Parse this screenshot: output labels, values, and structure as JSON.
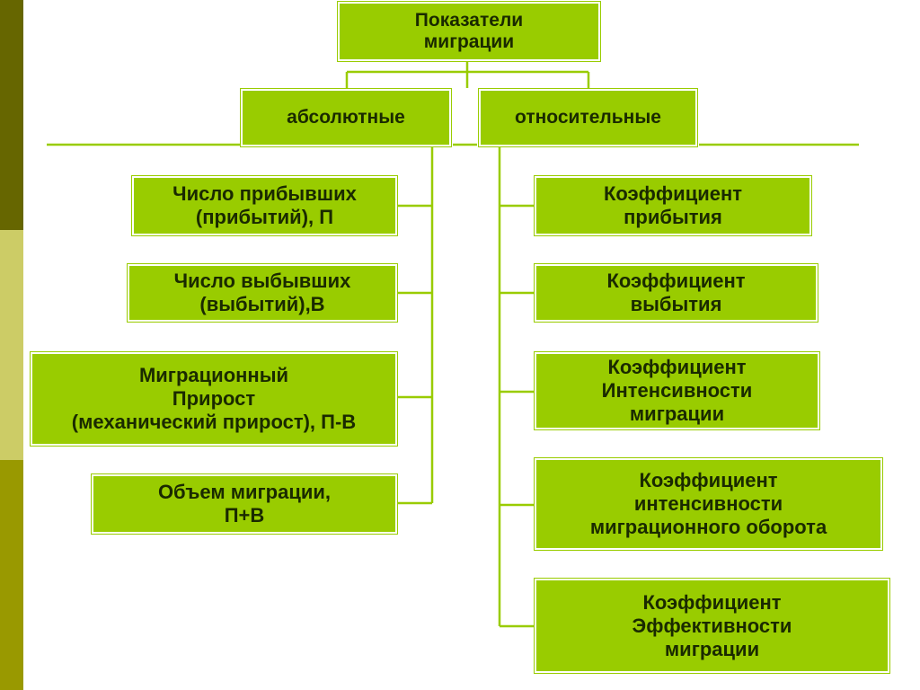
{
  "colors": {
    "box_fill": "#99cc00",
    "connector": "#99cc00",
    "text": "#1a2a00",
    "sidebar": [
      "#666600",
      "#cccc66",
      "#999900"
    ]
  },
  "root": {
    "label": "Показатели\nмиграции"
  },
  "categories": {
    "absolute": {
      "label": "абсолютные"
    },
    "relative": {
      "label": "относительные"
    }
  },
  "absolute_items": [
    {
      "label": "Число прибывших\n(прибытий), П"
    },
    {
      "label": "Число выбывших\n(выбытий),В"
    },
    {
      "label": "Миграционный\nПрирост\n(механический прирост), П-В"
    },
    {
      "label": "Объем миграции,\nП+В"
    }
  ],
  "relative_items": [
    {
      "label": "Коэффициент\nприбытия"
    },
    {
      "label": "Коэффициент\nвыбытия"
    },
    {
      "label": "Коэффициент\nИнтенсивности\nмиграции"
    },
    {
      "label": "Коэффициент\nинтенсивности\nмиграционного оборота"
    },
    {
      "label": "Коэффициент\nЭффективности\nмиграции"
    }
  ]
}
